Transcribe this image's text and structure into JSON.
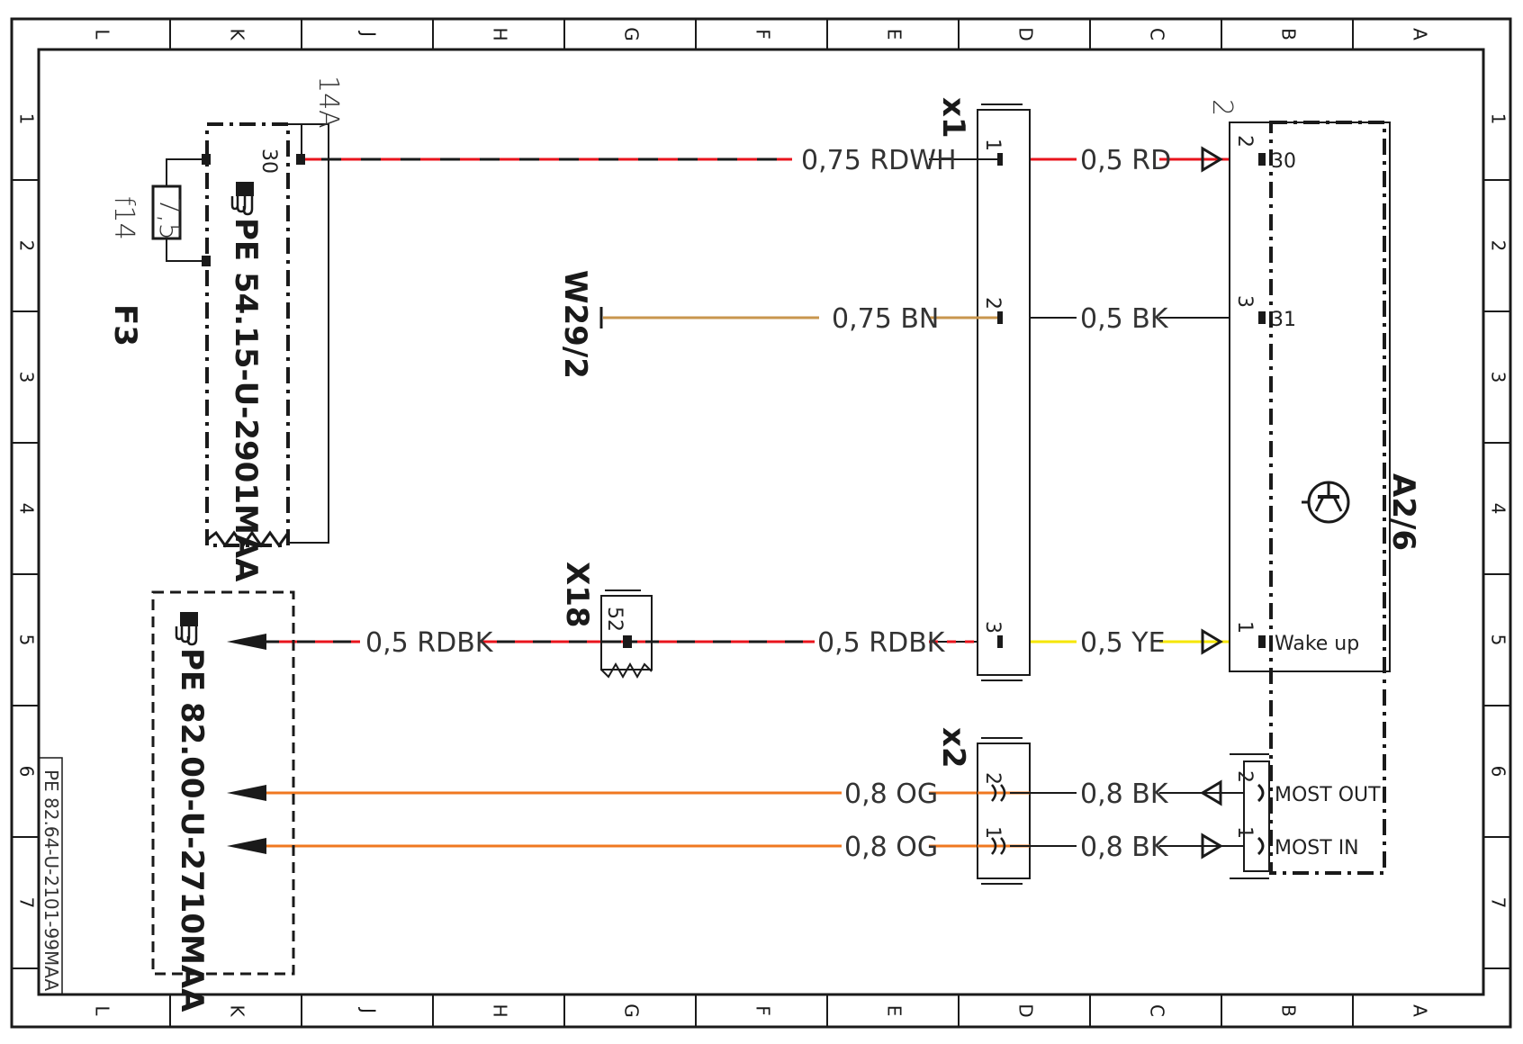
{
  "frame": {
    "columns": [
      "L",
      "K",
      "J",
      "H",
      "G",
      "F",
      "E",
      "D",
      "C",
      "B",
      "A"
    ],
    "rows": [
      "1",
      "2",
      "3",
      "4",
      "5",
      "6",
      "7"
    ],
    "doc_ref": "PE 82.64-U-2101-99MAA"
  },
  "components": {
    "fuse_box_id": "F3",
    "fuse_id": "f14",
    "fuse_rating": "7,5",
    "fuse_terminal": "30",
    "feed_label": "14A",
    "fuse_ref": "PE 54.15-U-2901MAA",
    "ground_id": "W29/2",
    "connector_x18": "X18",
    "x18_pin": "52",
    "connector_x1": "x1",
    "connector_x2": "x2",
    "module_id": "A2/6",
    "module_connector": "2",
    "dest_ref": "PE 82.00-U-2710MAA"
  },
  "pins": {
    "x1": [
      "1",
      "2",
      "3"
    ],
    "x2": [
      "2",
      "1"
    ],
    "a26": [
      "2",
      "3",
      "1",
      "2",
      "1"
    ],
    "terminals": [
      "30",
      "31",
      "Wake up",
      "MOST OUT",
      "MOST IN"
    ]
  },
  "wires": {
    "w1_left": "0,75 RDWH",
    "w1_right": "0,5 RD",
    "w2_left": "0,75 BN",
    "w2_right": "0,5 BK",
    "w3_far": "0,5 RDBK",
    "w3_left": "0,5 RDBK",
    "w3_right": "0,5 YE",
    "w4_left": "0,8 OG",
    "w4_right": "0,8 BK",
    "w5_left": "0,8 OG",
    "w5_right": "0,8 BK"
  },
  "colors": {
    "red": "#e8141c",
    "black": "#1a1a1a",
    "brown": "#c8964e",
    "yellow": "#f5e600",
    "orange": "#f07820"
  },
  "icons": [
    "hand-pointer-icon",
    "transistor-symbol-icon",
    "arrow-icon"
  ]
}
